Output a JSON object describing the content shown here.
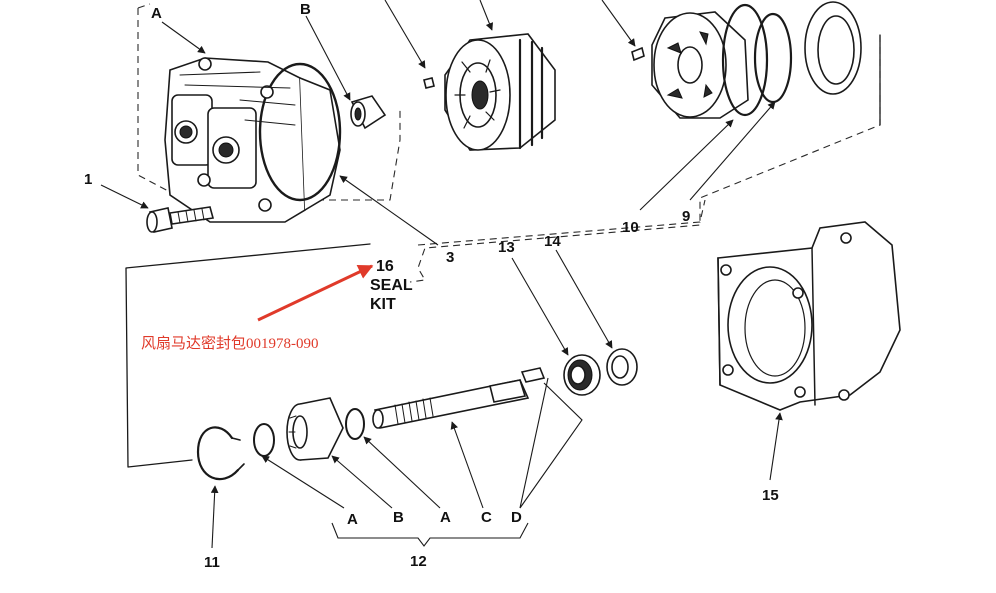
{
  "callouts": {
    "motor_housing": "A",
    "bushing": "B",
    "screw": "1",
    "seal_kit_number": "16",
    "seal_kit_word1": "SEAL",
    "seal_kit_word2": "KIT",
    "oring_3": "3",
    "item_13": "13",
    "item_14": "14",
    "item_10": "10",
    "item_9": "9",
    "item_15": "15",
    "item_11": "11",
    "item_12": "12",
    "shaft_a1": "A",
    "shaft_b": "B",
    "shaft_a2": "A",
    "shaft_c": "C",
    "shaft_d": "D"
  },
  "annotation": {
    "text": "风扇马达密封包001978-090",
    "color": "#e03a2a"
  },
  "colors": {
    "ink": "#1a1a1a",
    "arrow": "#e03a2a",
    "background": "#ffffff"
  }
}
